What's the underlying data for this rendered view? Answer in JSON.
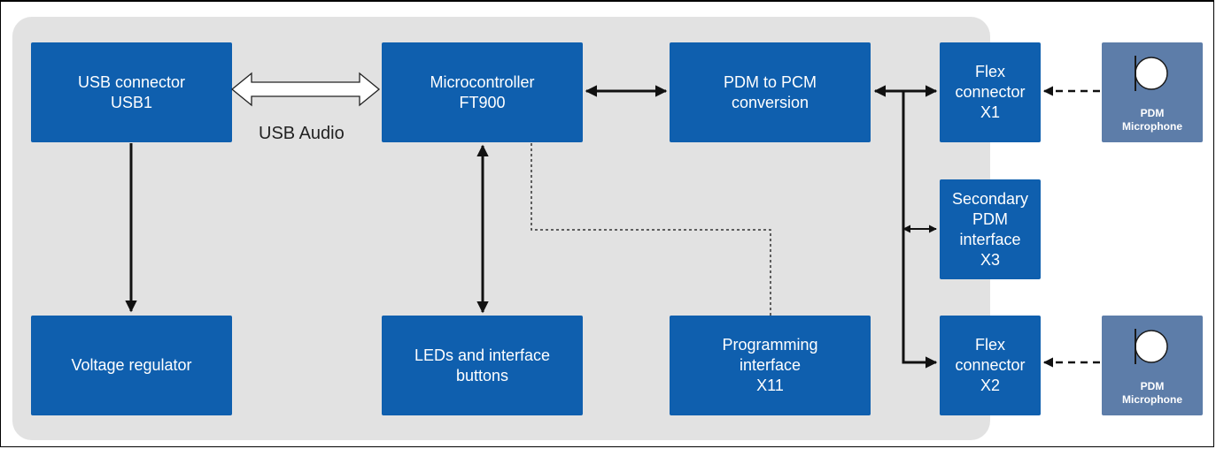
{
  "blocks": {
    "usb": [
      "USB connector",
      "USB1"
    ],
    "mcu": [
      "Microcontroller",
      "FT900"
    ],
    "pdm2pcm": [
      "PDM to PCM",
      "conversion"
    ],
    "flex1": [
      "Flex",
      "connector",
      "X1"
    ],
    "secondary": [
      "Secondary",
      "PDM",
      "interface",
      "X3"
    ],
    "flex2": [
      "Flex",
      "connector",
      "X2"
    ],
    "vreg": [
      "Voltage regulator"
    ],
    "leds": [
      "LEDs and interface",
      "buttons"
    ],
    "prog": [
      "Programming",
      "interface",
      "X11"
    ]
  },
  "microphones": [
    [
      "PDM",
      "Microphone"
    ],
    [
      "PDM",
      "Microphone"
    ]
  ],
  "usb_audio_label": "USB Audio",
  "colors": {
    "block": "#0f5fae",
    "microphone": "#5d7da9",
    "board": "#e2e2e2"
  }
}
